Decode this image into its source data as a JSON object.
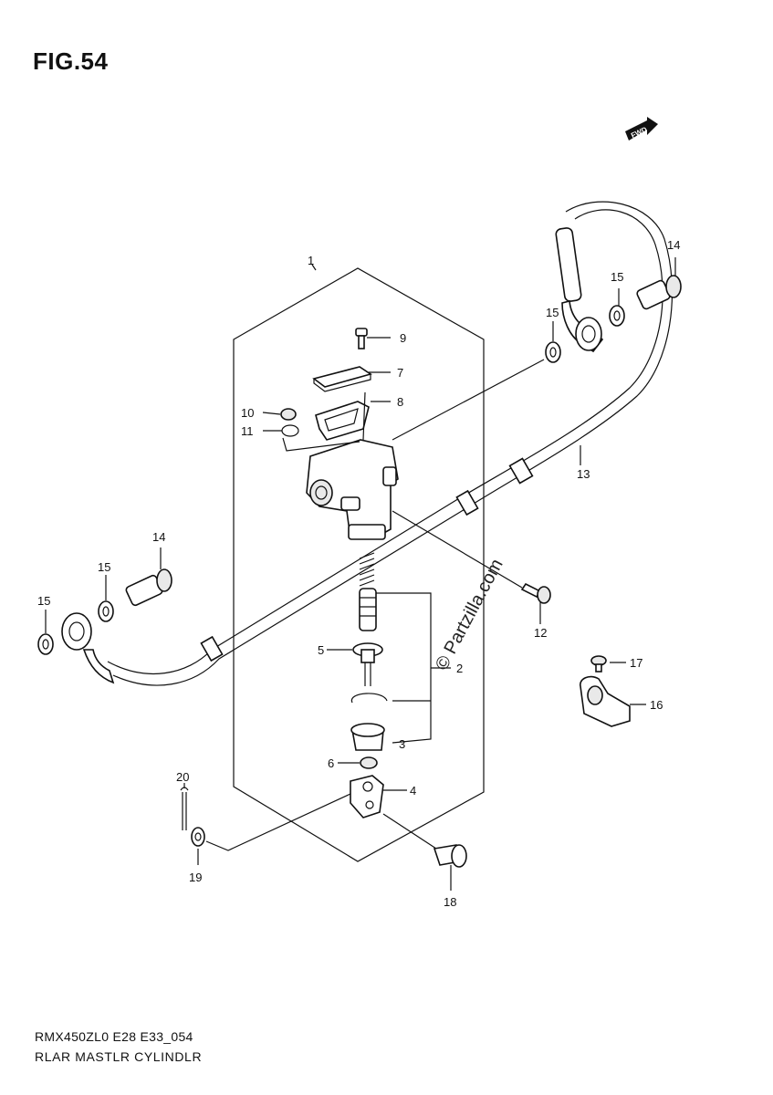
{
  "figure": {
    "title": "FIG.54"
  },
  "fwd_badge": {
    "label": "FWD",
    "icon": "forward-arrow-icon"
  },
  "callouts": [
    {
      "id": "c1",
      "text": "1"
    },
    {
      "id": "c2",
      "text": "2"
    },
    {
      "id": "c3",
      "text": "3"
    },
    {
      "id": "c4",
      "text": "4"
    },
    {
      "id": "c5",
      "text": "5"
    },
    {
      "id": "c6",
      "text": "6"
    },
    {
      "id": "c7",
      "text": "7"
    },
    {
      "id": "c8",
      "text": "8"
    },
    {
      "id": "c9",
      "text": "9"
    },
    {
      "id": "c10",
      "text": "10"
    },
    {
      "id": "c11",
      "text": "11"
    },
    {
      "id": "c12",
      "text": "12"
    },
    {
      "id": "c13",
      "text": "13"
    },
    {
      "id": "c14a",
      "text": "14"
    },
    {
      "id": "c14b",
      "text": "14"
    },
    {
      "id": "c15a",
      "text": "15"
    },
    {
      "id": "c15b",
      "text": "15"
    },
    {
      "id": "c15c",
      "text": "15"
    },
    {
      "id": "c15d",
      "text": "15"
    },
    {
      "id": "c16",
      "text": "16"
    },
    {
      "id": "c17",
      "text": "17"
    },
    {
      "id": "c18",
      "text": "18"
    },
    {
      "id": "c19",
      "text": "19"
    },
    {
      "id": "c20",
      "text": "20"
    }
  ],
  "watermark": {
    "text": "© Partzilla.com"
  },
  "footer": {
    "code": "RMX450ZL0 E28 E33_054",
    "name": "RLAR MASTLR CYLINDLR"
  }
}
